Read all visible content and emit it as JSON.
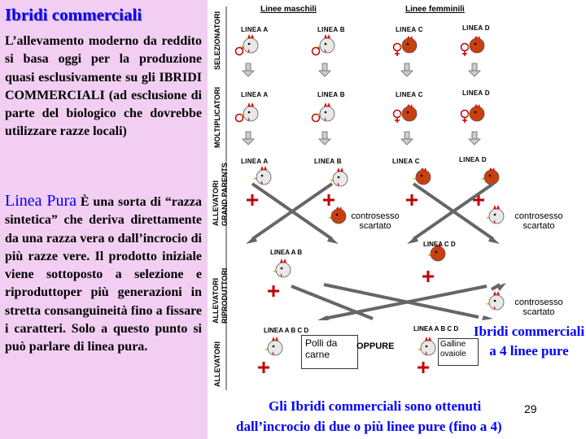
{
  "left": {
    "title": "Ibridi commerciali",
    "paragraph1": "L’allevamento moderno da reddito si basa oggi per la produzione quasi esclusivamente su gli IBRIDI COMMERCIALI (ad esclusione di parte del biologico che dovrebbe utilizzare razze locali)",
    "linea_pura_head": "Linea Pura",
    "paragraph2": "È una sorta di “razza sintetica” che deriva direttamente da una razza vera o dall’incrocio di più razze vere. Il prodotto iniziale viene sottoposto a selezione e riproduttoper più generazioni in stretta consanguineità fino a fissare i caratteri. Solo a questo punto si può parlare di linea pura."
  },
  "diagram": {
    "header_male": "Linee maschili",
    "header_female": "Linee femminili",
    "side_labels": [
      "SELEZIONATORI",
      "MOLTIPLICATORI",
      "ALLEVATORI GRAND PARENTS",
      "ALLEVATORI RIPRODUTTORI",
      "ALLEVATORI"
    ],
    "row1": [
      "LINEA A",
      "LINEA B",
      "LINEA C",
      "LINEA D"
    ],
    "row2": [
      "LINEA A",
      "LINEA B",
      "LINEA C",
      "LINEA D"
    ],
    "row3": [
      "LINEA A",
      "LINEA B",
      "LINEA C",
      "LINEA D"
    ],
    "scartato1": "controsesso scartato",
    "scartato2": "controsesso scartato",
    "scartato3": "controsesso scartato",
    "linea_ab": "LINEA A B",
    "linea_cd": "LINEA C D",
    "linea_abcd_1": "LINEA  A B C D",
    "linea_abcd_2": "LINEA  A B C D",
    "polli": "Polli da carne",
    "oppure": "OPPURE",
    "galline": "Galline ovaiole",
    "ibridi": "Ibridi commerciali a 4 linee pure"
  },
  "footer": {
    "line1": "Gli Ibridi commerciali sono ottenuti",
    "line2": "dall’incrocio di due o più linee pure (fino a 4)",
    "page": "29"
  }
}
